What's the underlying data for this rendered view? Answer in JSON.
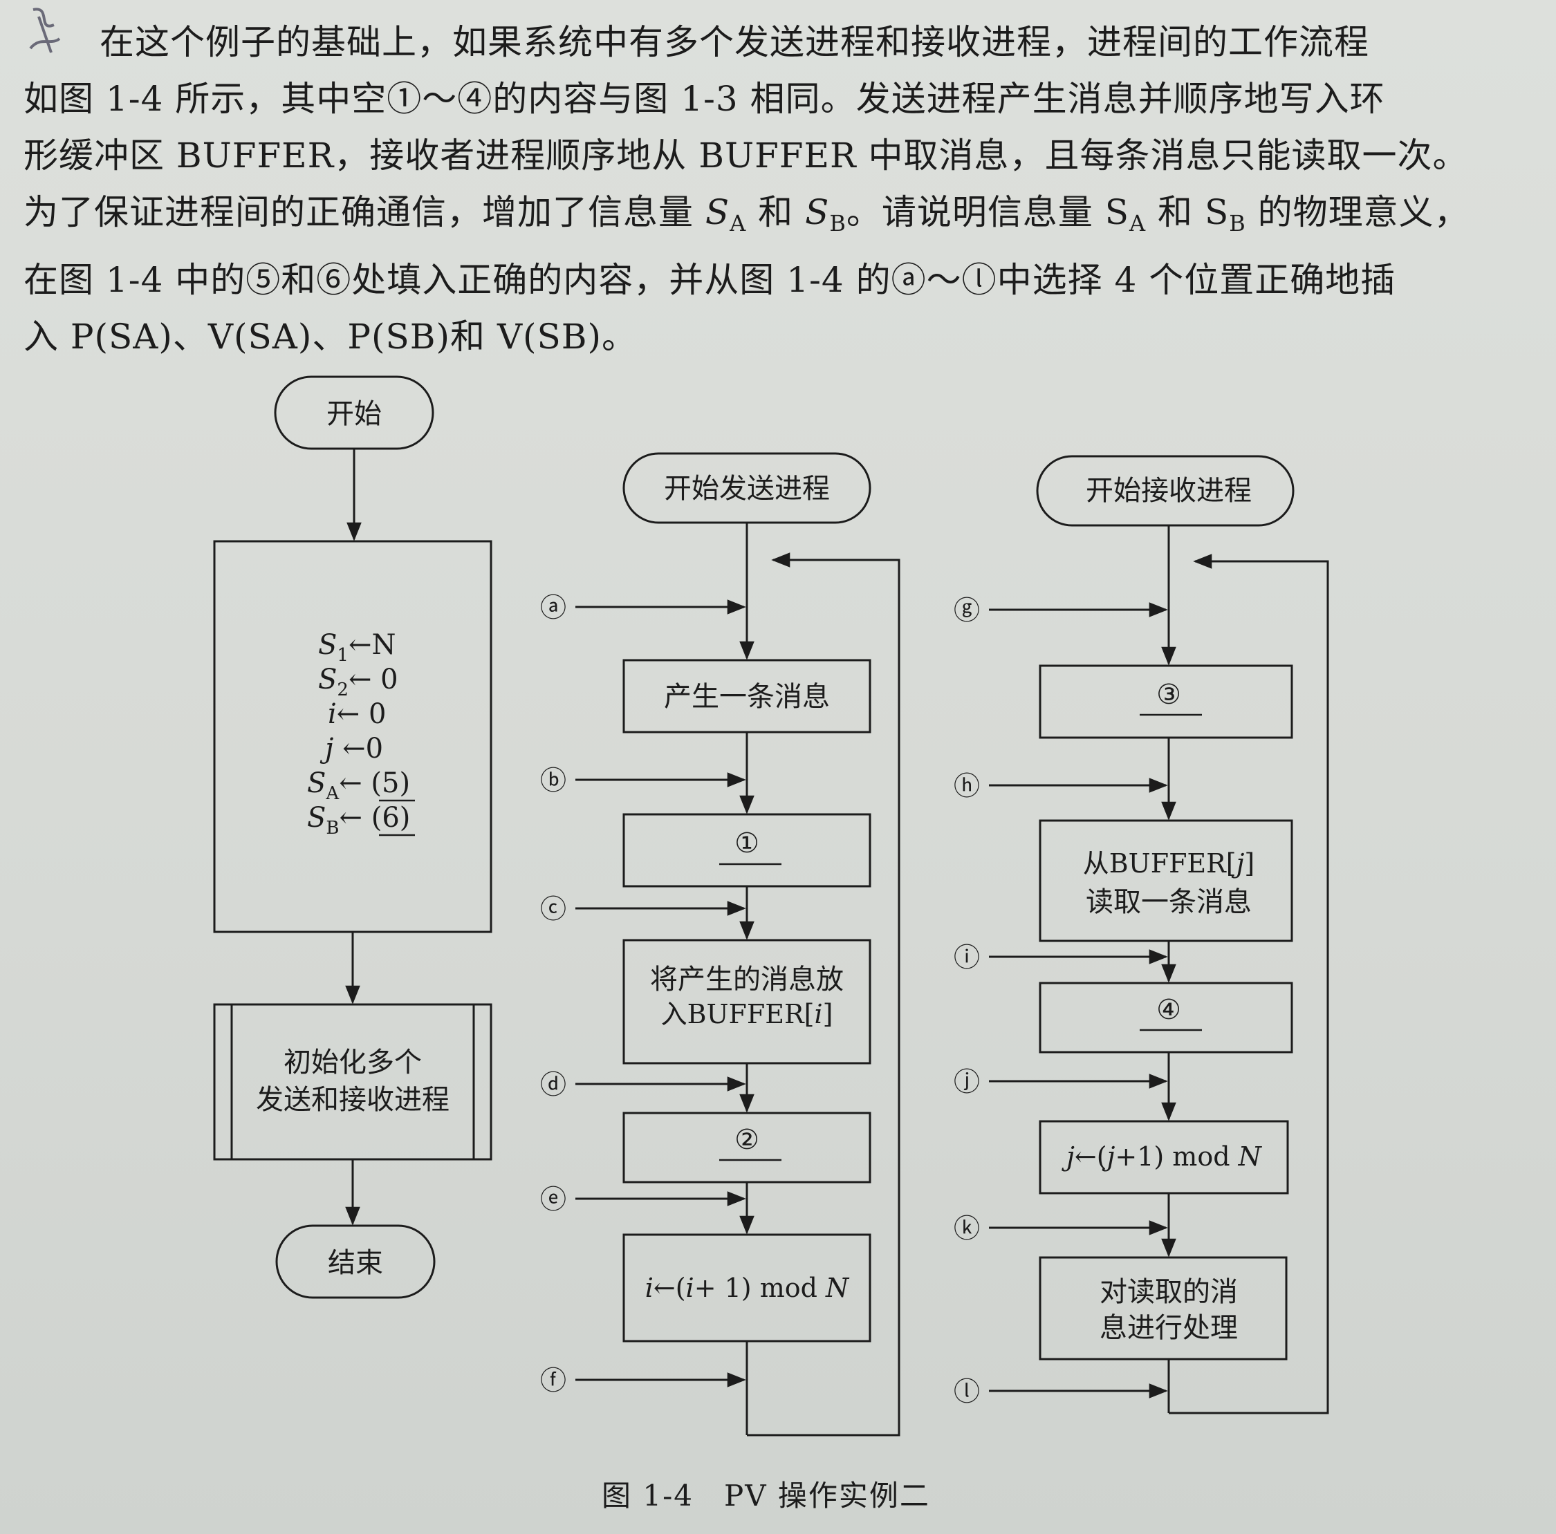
{
  "paragraph": {
    "line1": "在这个例子的基础上，如果系统中有多个发送进程和接收进程，进程间的工作流程",
    "line2": "如图 1-4 所示，其中空①～④的内容与图 1-3 相同。发送进程产生消息并顺序地写入环",
    "line3": "形缓冲区 BUFFER，接收者进程顺序地从 BUFFER 中取消息，且每条消息只能读取一次。",
    "line4_a": "为了保证进程间的正确通信，增加了信息量 ",
    "line4_b": " 和 ",
    "line4_c": "。请说明信息量 ",
    "line4_d": " 和 ",
    "line4_e": " 的物理意义，",
    "line5": "在图 1-4 中的⑤和⑥处填入正确的内容，并从图 1-4 的ⓐ～ⓛ中选择 4 个位置正确地插",
    "line6": "入 P(SA)、V(SA)、P(SB)和 V(SB)。",
    "sym_S": "S",
    "sub_A": "A",
    "sub_B": "B"
  },
  "left_flow": {
    "start": "开始",
    "init_lines": [
      "S₁←N",
      "S₂← 0",
      "i← 0",
      "j ←0",
      "SA← (5)",
      "SB← (6)"
    ],
    "init_label_1": "S",
    "init_val_1": "←N",
    "init_label_2": "S",
    "init_val_2": "← 0",
    "init_i": "i",
    "init_i_val": "← 0",
    "init_j": "j",
    "init_j_val": " ←0",
    "init_sa": "S",
    "init_sa_val": "← ",
    "blank5": "(5)",
    "init_sb": "S",
    "init_sb_val": "← ",
    "blank6": "(6)",
    "sub_1": "1",
    "sub_2": "2",
    "sub_A": "A",
    "sub_B": "B",
    "process_line1": "初始化多个",
    "process_line2": "发送和接收进程",
    "end": "结束"
  },
  "send_flow": {
    "start": "开始发送进程",
    "box1": "产生一条消息",
    "box2": "①",
    "box3_line1": "将产生的消息放",
    "box3_line2_a": "入BUFFER[",
    "box3_line2_i": "i",
    "box3_line2_b": "]",
    "box4": "②",
    "box5_a": "i",
    "box5_b": "←(",
    "box5_c": "i",
    "box5_d": "+ 1) mod ",
    "box5_e": "N",
    "points": [
      "ⓐ",
      "ⓑ",
      "ⓒ",
      "ⓓ",
      "ⓔ",
      "ⓕ"
    ]
  },
  "recv_flow": {
    "start": "开始接收进程",
    "box1": "③",
    "box2_line1_a": "从BUFFER[",
    "box2_line1_j": "j",
    "box2_line1_b": "]",
    "box2_line2": "读取一条消息",
    "box3": "④",
    "box4_a": "j",
    "box4_b": "←(",
    "box4_c": "j",
    "box4_d": "+1) mod ",
    "box4_e": "N",
    "box5_line1": "对读取的消",
    "box5_line2": "息进行处理",
    "points": [
      "ⓖ",
      "ⓗ",
      "ⓘ",
      "ⓙ",
      "ⓚ",
      "ⓛ"
    ]
  },
  "caption": "图 1-4　PV 操作实例二",
  "colors": {
    "ink": "#1c1c1c",
    "paper": "#d9dcd8"
  }
}
